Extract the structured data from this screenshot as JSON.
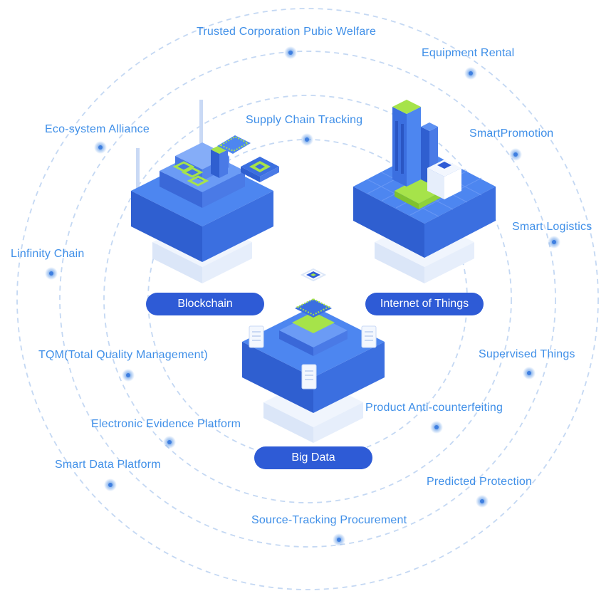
{
  "labels": {
    "trusted": "Trusted Corporation Pubic Welfare",
    "equipment": "Equipment Rental",
    "smartpromotion": "SmartPromotion",
    "eco": "Eco-system Alliance",
    "supply": "Supply Chain Tracking",
    "logistics": "Smart Logistics",
    "linfinity": "Linfinity Chain",
    "supervised": "Supervised Things",
    "tqm": "TQM(Total Quality Management)",
    "anticounterfeit": "Product Anti-counterfeiting",
    "evidence": "Electronic Evidence Platform",
    "datapl": "Smart Data Platform",
    "predicted": "Predicted Protection",
    "sourcing": "Source-Tracking Procurement"
  },
  "pills": {
    "blockchain": "Blockchain",
    "iot": "Internet of Things",
    "bigdata": "Big Data"
  },
  "colors": {
    "label": "#3f8fe8",
    "pill": "#2e5bd6",
    "ring": "#c4d8f3",
    "dot": "#5b97e6",
    "platform_top": "#4d86f0",
    "platform_side": "#2f5fd0",
    "accent_green": "#a6e34a",
    "base_light": "#e4edfb"
  },
  "icons": [
    "blockchain-icon",
    "iot-building-icon",
    "big-data-server-icon"
  ]
}
